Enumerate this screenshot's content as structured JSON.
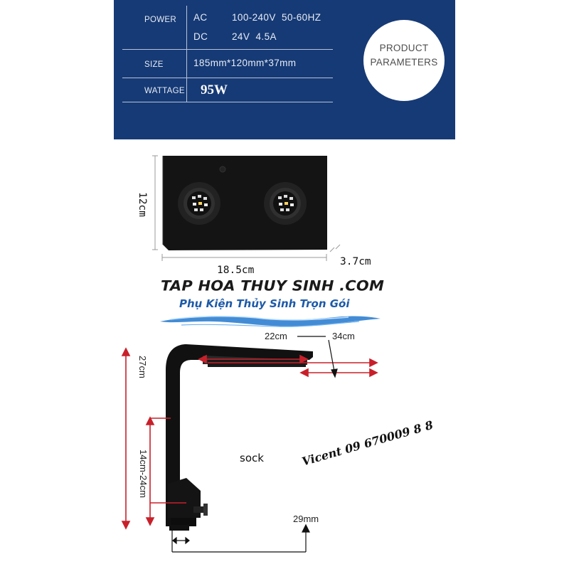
{
  "spec": {
    "power_label": "POWER",
    "ac_label": "AC",
    "ac_value": "100-240V  50-60HZ",
    "dc_label": "DC",
    "dc_value": "24V  4.5A",
    "size_label": "SIZE",
    "size_value": "185mm*120mm*37mm",
    "wattage_label": "WATTAGE",
    "wattage_value": "95W",
    "badge_line1": "PRODUCT",
    "badge_line2": "PARAMETERS"
  },
  "top_dims": {
    "height": "12cm",
    "width": "18.5cm",
    "depth": "3.7cm"
  },
  "brand": {
    "title": "TAP HOA THUY SINH .COM",
    "subtitle": "Phụ Kiện Thủy Sinh Trọn Gói"
  },
  "bracket_dims": {
    "height_total": "27cm",
    "height_range": "14cm-24cm",
    "extend_min": "22cm",
    "extend_max": "34cm",
    "clamp": "29mm"
  },
  "notes": {
    "sock": "sock",
    "contact": "Vicent 09 670009 8 8"
  },
  "colors": {
    "panel": "#163a75",
    "dimension_red": "#c8202a",
    "lamp_body": "#141414"
  }
}
